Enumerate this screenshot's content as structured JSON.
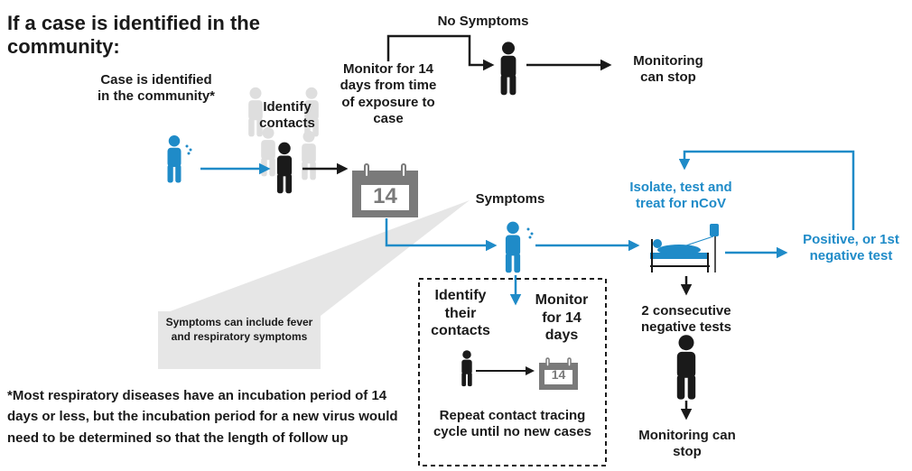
{
  "title": "If a case is identified in the community:",
  "case_identified": "Case is identified in the community*",
  "identify_contacts": "Identify contacts",
  "monitor_14_days_exposure": "Monitor for 14 days from time of exposure to case",
  "no_symptoms": "No Symptoms",
  "monitoring_can_stop_top": "Monitoring can stop",
  "calendar_number": "14",
  "symptoms": "Symptoms",
  "isolate_test_treat": "Isolate, test and treat for nCoV",
  "positive_or_negative": "Positive, or 1st negative test",
  "two_negative_tests": "2 consecutive negative tests",
  "monitoring_can_stop_bottom": "Monitoring can stop",
  "callout_symptoms": "Symptoms can include fever and respiratory symptoms",
  "identify_their_contacts": "Identify their contacts",
  "monitor_14_days": "Monitor for 14 days",
  "small_calendar_number": "14",
  "repeat_tracing": "Repeat contact tracing cycle until no new cases",
  "footnote": "*Most respiratory diseases have an incubation period of 14 days or less, but the incubation period for a new virus would need to be determined so that the length of follow up",
  "colors": {
    "blue": "#1f8bc8",
    "dark": "#1a1a1a",
    "grey": "#7a7a7a",
    "light_grey": "#e6e6e6"
  }
}
